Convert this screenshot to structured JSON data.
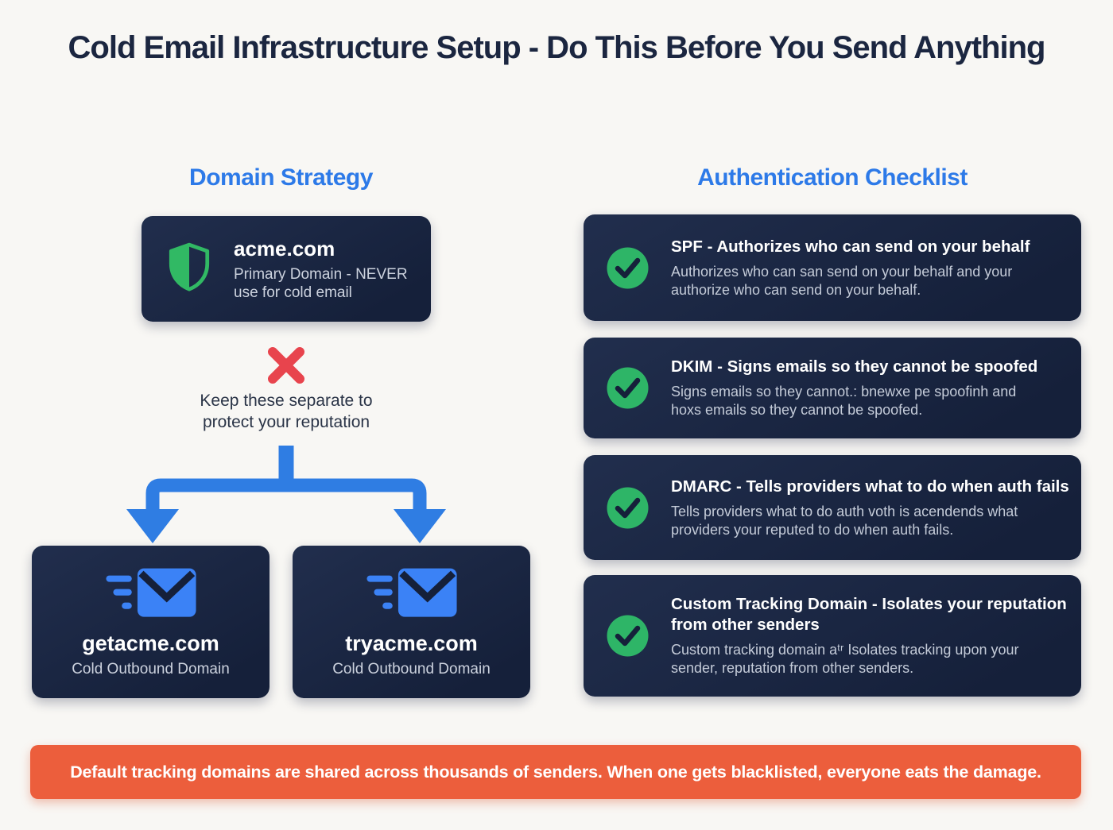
{
  "title": "Cold Email Infrastructure Setup - Do This Before You Send Anything",
  "colors": {
    "background": "#f8f7f4",
    "card_navy": "#1b2740",
    "heading_blue": "#2d7ae8",
    "arrow_blue": "#2f7de3",
    "mail_blue": "#3b82f6",
    "shield_green": "#31b964",
    "check_green": "#2eb567",
    "check_stroke_navy": "#15203a",
    "x_red": "#e8444d",
    "banner_orange": "#ec5e3c",
    "title_navy": "#1b2640",
    "body_gray": "#c4cbd8"
  },
  "domain_strategy": {
    "heading": "Domain Strategy",
    "primary_card": {
      "icon": "shield-icon",
      "domain": "acme.com",
      "description": "Primary Domain - NEVER\nuse for cold email"
    },
    "warning_icon": "x-icon",
    "note": "Keep these separate to\nprotect your reputation",
    "outbound_cards": [
      {
        "icon": "mail-icon",
        "domain": "getacme.com",
        "label": "Cold Outbound Domain"
      },
      {
        "icon": "mail-icon",
        "domain": "tryacme.com",
        "label": "Cold Outbound Domain"
      }
    ]
  },
  "auth_checklist": {
    "heading": "Authentication Checklist",
    "items": [
      {
        "icon": "check-icon",
        "title": "SPF - Authorizes who can send on your behalf",
        "description": "Authorizes who can san send on your behalf and your\nauthorize who can send on your behalf."
      },
      {
        "icon": "check-icon",
        "title": "DKIM - Signs emails so they cannot be spoofed",
        "description": "Signs emails so they cannot.: bnewxe pe spoofinh and\nhoxs emails so they cannot be spoofed."
      },
      {
        "icon": "check-icon",
        "title": "DMARC - Tells providers what to do when auth fails",
        "description": "Tells providers what to do auth voth is acendends what\nproviders your reputed to do when auth fails."
      },
      {
        "icon": "check-icon",
        "title": "Custom Tracking Domain - Isolates your reputation\nfrom other senders",
        "description": "Custom tracking domain aᵗʳ Isolates tracking upon your\nsender, reputation from other senders."
      }
    ]
  },
  "banner": {
    "text": "Default tracking domains are shared across thousands of senders. When one gets blacklisted, everyone eats the damage."
  }
}
